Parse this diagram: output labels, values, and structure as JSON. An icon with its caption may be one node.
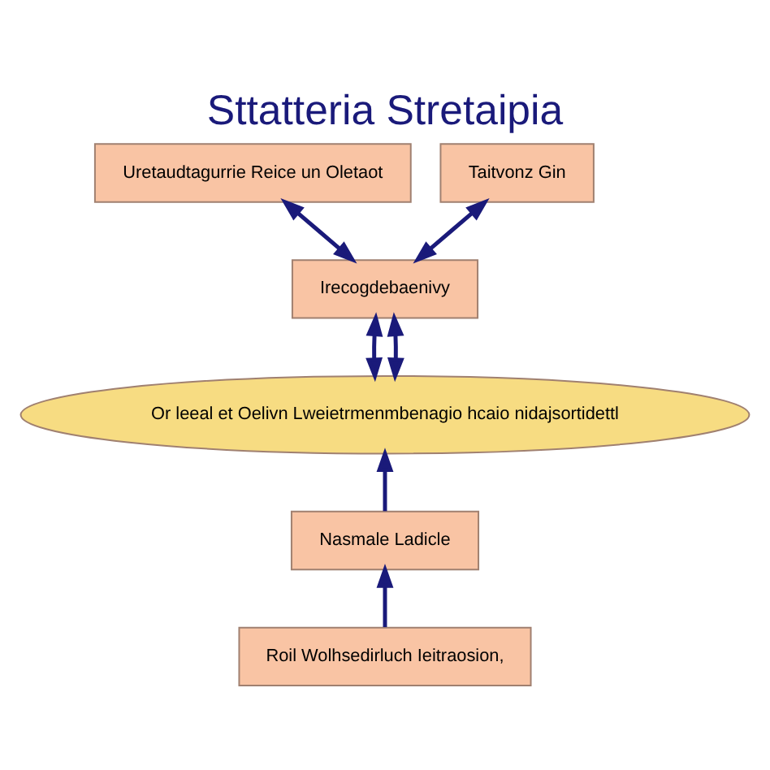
{
  "diagram": {
    "title": "Sttatteria Stretaipia",
    "nodes": [
      {
        "text": [
          "Or leeal et Oelivn Lweietrmenmbenagio hcaio nidajsortidettl"
        ]
      },
      {
        "text": [
          "Irecogdebaenivy"
        ]
      },
      {
        "text": [
          "Nasmale Ladicle"
        ]
      },
      {
        "text": [
          "Roil Wolhsedirluch Ieitraosion,"
        ]
      },
      {
        "text": [
          "Uretaudtagurrie Reice un Oletaot"
        ]
      },
      {
        "text": [
          "Taitvonz Gin"
        ]
      }
    ],
    "edges": [
      {
        "from": 0,
        "to": 1,
        "arrow": "both"
      },
      {
        "from": 0,
        "to": 1,
        "arrow": "both"
      },
      {
        "from": 2,
        "to": 0,
        "arrow": "to"
      },
      {
        "from": 3,
        "to": 2,
        "arrow": "to"
      },
      {
        "from": 1,
        "to": 4,
        "arrow": "both"
      },
      {
        "from": 1,
        "to": 5,
        "arrow": "both"
      }
    ]
  }
}
